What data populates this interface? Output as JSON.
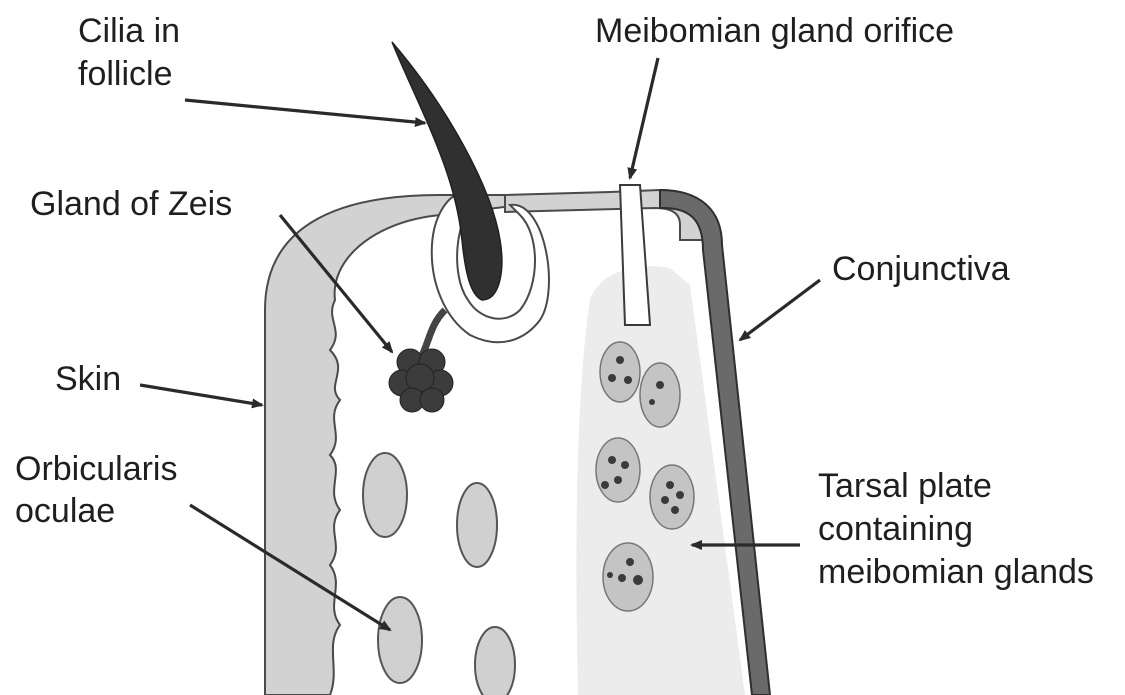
{
  "labels": {
    "cilia": [
      "Cilia in",
      "follicle"
    ],
    "meibomian_orifice": "Meibomian gland orifice",
    "gland_zeis": "Gland of Zeis",
    "conjunctiva": "Conjunctiva",
    "skin": "Skin",
    "orbicularis": [
      "Orbicularis",
      "oculae"
    ],
    "tarsal": [
      "Tarsal plate",
      "containing",
      "meibomian glands"
    ]
  },
  "colors": {
    "skin_fill": "#d2d2d2",
    "tissue_fill": "#ececec",
    "gland_fill": "#c4c4c4",
    "dark": "#303030",
    "outline": "#4a4a4a"
  }
}
